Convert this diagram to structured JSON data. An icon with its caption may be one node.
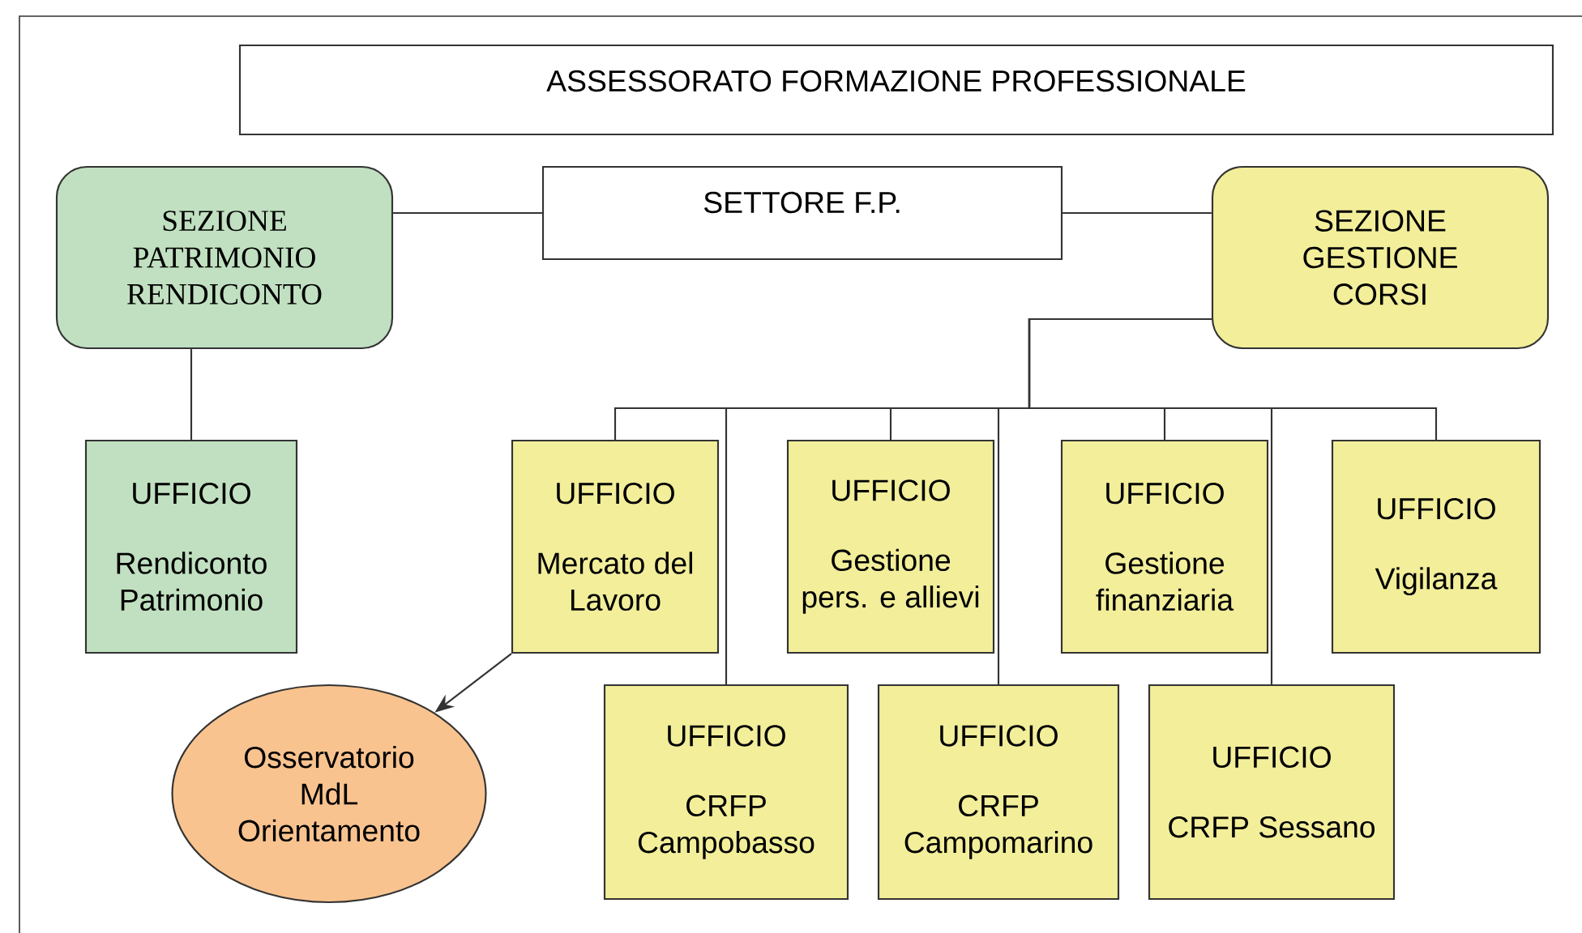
{
  "diagram": {
    "nodes": [
      {
        "text": [
          "ASSESSORATO FORMAZIONE PROFESSIONALE"
        ]
      },
      {
        "text": [
          "SETTORE F.P."
        ]
      },
      {
        "text": [
          "SEZIONE PATRIMONIO RENDICONTO"
        ]
      },
      {
        "text": [
          "SEZIONE GESTIONE CORSI"
        ]
      },
      {
        "text": [
          "UFFICIO",
          "Rendiconto Patrimonio"
        ]
      },
      {
        "text": [
          "UFFICIO",
          "Mercato del Lavoro"
        ]
      },
      {
        "text": [
          "UFFICIO",
          "Gestione pers. e allievi"
        ]
      },
      {
        "text": [
          "UFFICIO",
          "Gestione finanziaria"
        ]
      },
      {
        "text": [
          "UFFICIO",
          "Vigilanza"
        ]
      },
      {
        "text": [
          "Osservatorio MdL Orientamento"
        ]
      },
      {
        "text": [
          "UFFICIO",
          "CRFP Campobasso"
        ]
      },
      {
        "text": [
          "UFFICIO",
          "CRFP Campomarino"
        ]
      },
      {
        "text": [
          "UFFICIO",
          "CRFP Sessano"
        ]
      }
    ],
    "edges": [
      {
        "from": 1,
        "to": 2,
        "arrow": "none"
      },
      {
        "from": 1,
        "to": 3,
        "arrow": "none"
      },
      {
        "from": 2,
        "to": 4,
        "arrow": "none"
      },
      {
        "from": 3,
        "to": 5,
        "arrow": "none"
      },
      {
        "from": 3,
        "to": 6,
        "arrow": "none"
      },
      {
        "from": 3,
        "to": 7,
        "arrow": "none"
      },
      {
        "from": 3,
        "to": 8,
        "arrow": "none"
      },
      {
        "from": 3,
        "to": 10,
        "arrow": "none"
      },
      {
        "from": 3,
        "to": 11,
        "arrow": "none"
      },
      {
        "from": 3,
        "to": 12,
        "arrow": "none"
      },
      {
        "from": 5,
        "to": 9,
        "arrow": "to"
      }
    ]
  }
}
